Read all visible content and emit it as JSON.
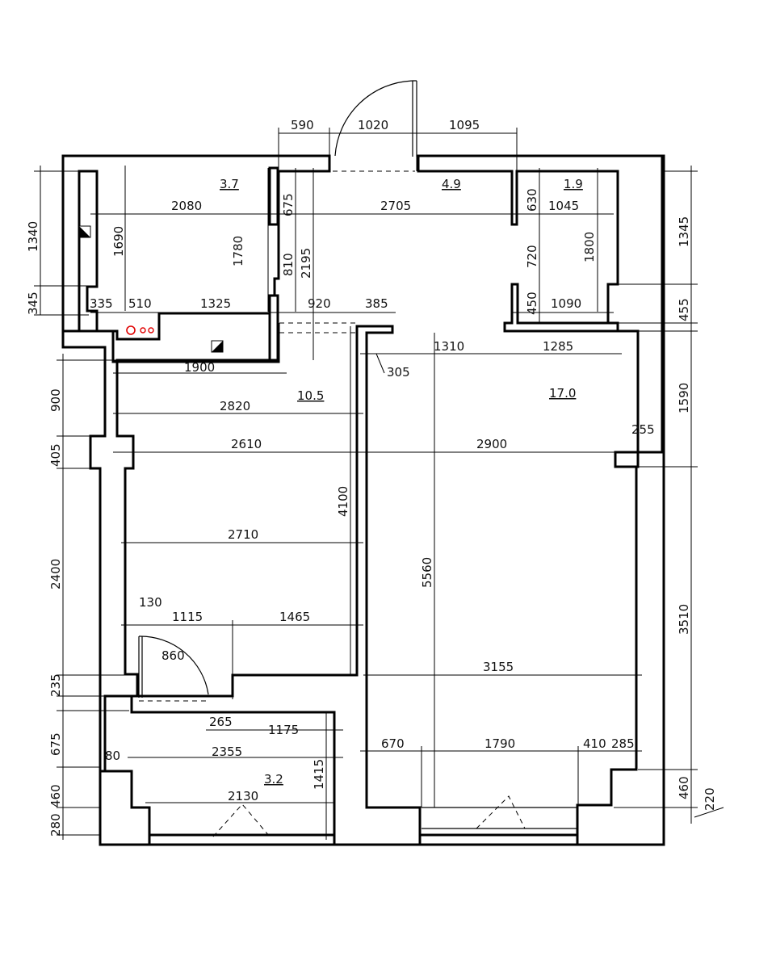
{
  "rooms": {
    "kitchen": "3.7",
    "hall": "4.9",
    "bath": "1.9",
    "bedroom": "10.5",
    "living": "17.0",
    "balcony": "3.2"
  },
  "dims": {
    "top_590": "590",
    "top_1020": "1020",
    "top_1095": "1095",
    "d2080": "2080",
    "d2705": "2705",
    "d1045": "1045",
    "d675": "675",
    "d630": "630",
    "d1690": "1690",
    "d1780": "1780",
    "d810": "810",
    "d2195": "2195",
    "d720": "720",
    "d1800": "1800",
    "d335": "335",
    "d510": "510",
    "d1325": "1325",
    "d920": "920",
    "d385": "385",
    "d450": "450",
    "d1090": "1090",
    "d1310": "1310",
    "d1285": "1285",
    "d305": "305",
    "d1900": "1900",
    "d2820": "2820",
    "d2610": "2610",
    "d2900": "2900",
    "d255": "255",
    "d2710": "2710",
    "d4100": "4100",
    "d5560": "5560",
    "d130": "130",
    "d1115": "1115",
    "d1465": "1465",
    "d860": "860",
    "d3155": "3155",
    "d265": "265",
    "d1175": "1175",
    "d2355": "2355",
    "d80": "80",
    "d1415": "1415",
    "d2130": "2130",
    "d670": "670",
    "d1790": "1790",
    "d410": "410",
    "d285": "285",
    "left_1340": "1340",
    "left_345": "345",
    "left_900": "900",
    "left_405": "405",
    "left_2400": "2400",
    "left_235": "235",
    "left_675": "675",
    "left_460": "460",
    "left_280": "280",
    "right_1345": "1345",
    "right_455": "455",
    "right_1590": "1590",
    "right_3510": "3510",
    "right_460": "460",
    "right_220": "220"
  },
  "colors": {
    "wall": "#000000",
    "riser_marker": "#e00000"
  }
}
